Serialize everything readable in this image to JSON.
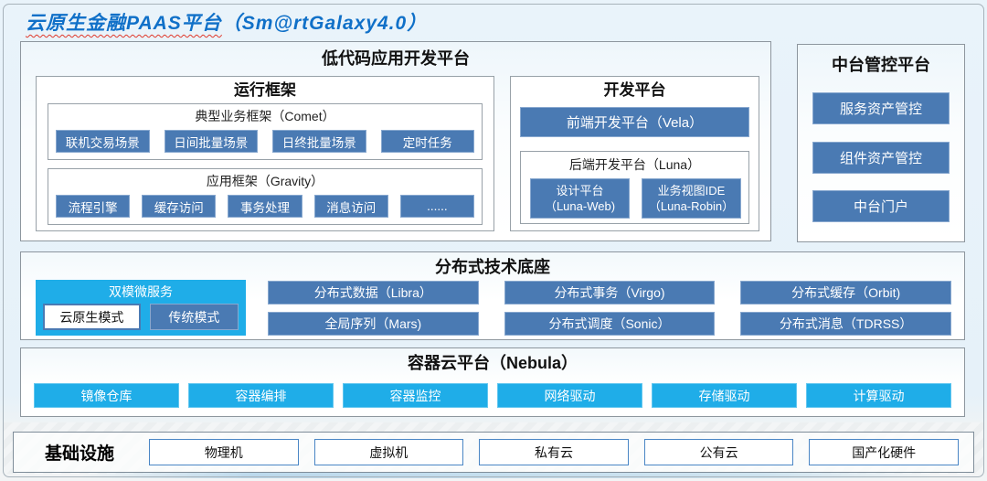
{
  "page": {
    "title_part1": "云原生金融PAAS平台",
    "title_part2": "（Sm@rtGalaxy4.0）"
  },
  "colors": {
    "steel_blue": "#4a7ab3",
    "cyan": "#1fade8",
    "title_blue": "#1070c8",
    "canvas_bg": "#e9f3fa",
    "infra_border_blue": "#4a86c5"
  },
  "low_code": {
    "title": "低代码应用开发平台",
    "runtime": {
      "title": "运行框架",
      "comet": {
        "title": "典型业务框架（Comet）",
        "items": [
          "联机交易场景",
          "日间批量场景",
          "日终批量场景",
          "定时任务"
        ]
      },
      "gravity": {
        "title": "应用框架（Gravity）",
        "items": [
          "流程引擎",
          "缓存访问",
          "事务处理",
          "消息访问",
          "......"
        ]
      }
    },
    "dev_platform": {
      "title": "开发平台",
      "frontend": "前端开发平台（Vela）",
      "backend": {
        "title": "后端开发平台（Luna）",
        "items": [
          {
            "line1": "设计平台",
            "line2": "（Luna-Web)"
          },
          {
            "line1": "业务视图IDE",
            "line2": "（Luna-Robin）"
          }
        ]
      }
    }
  },
  "midplatform": {
    "title": "中台管控平台",
    "items": [
      "服务资产管控",
      "组件资产管控",
      "中台门户"
    ]
  },
  "distributed": {
    "title": "分布式技术底座",
    "dual_mode": {
      "title": "双模微服务",
      "cloud_native": "云原生模式",
      "traditional": "传统模式"
    },
    "row1": [
      "分布式数据（Libra）",
      "分布式事务（Virgo)",
      "分布式缓存（Orbit)"
    ],
    "row2": [
      "全局序列（Mars)",
      "分布式调度（Sonic）",
      "分布式消息（TDRSS）"
    ]
  },
  "container_cloud": {
    "title": "容器云平台（Nebula）",
    "items": [
      "镜像仓库",
      "容器编排",
      "容器监控",
      "网络驱动",
      "存储驱动",
      "计算驱动"
    ]
  },
  "infrastructure": {
    "title": "基础设施",
    "items": [
      "物理机",
      "虚拟机",
      "私有云",
      "公有云",
      "国产化硬件"
    ]
  }
}
